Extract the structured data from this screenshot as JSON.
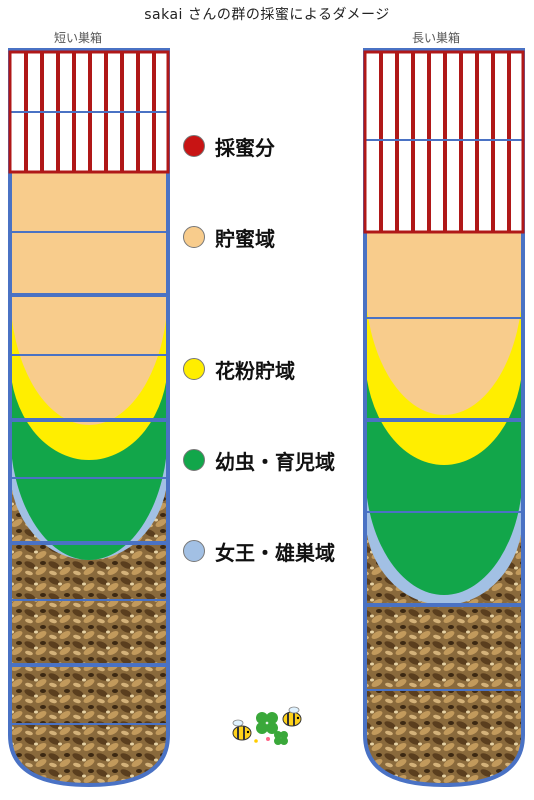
{
  "title": "sakai さんの群の採蜜によるダメージ",
  "hives": {
    "short_label": "短い巣箱",
    "long_label": "長い巣箱"
  },
  "legend": [
    {
      "label": "採蜜分",
      "color": "#c81414"
    },
    {
      "label": "貯蜜域",
      "color": "#f8cc8c"
    },
    {
      "label": "花粉貯域",
      "color": "#ffee00"
    },
    {
      "label": "幼虫・育児域",
      "color": "#12a64a"
    },
    {
      "label": "女王・雄巣域",
      "color": "#a2c0e4"
    }
  ],
  "colors": {
    "box_outline": "#4a72c4",
    "harvest_stripe": "#b01818",
    "comb": "#8a6a3c"
  },
  "decoration": "bee-clover-icon"
}
